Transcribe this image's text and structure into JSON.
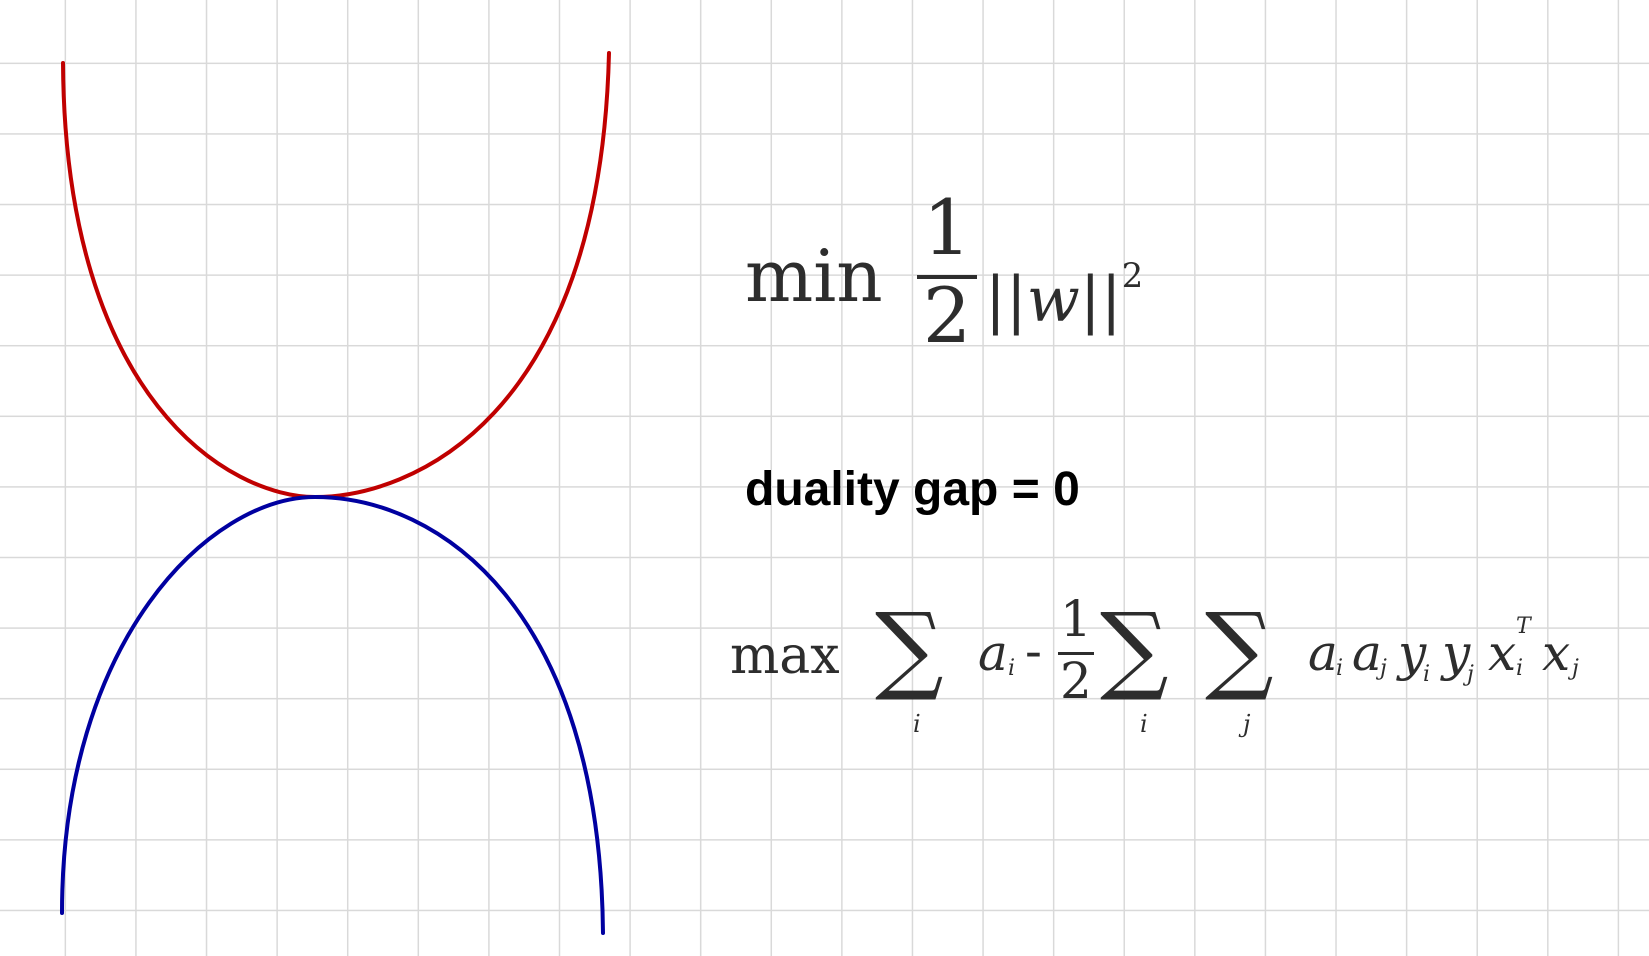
{
  "diagram": {
    "background": "#ffffff",
    "grid_color": "#d9d9d9",
    "curves": [
      {
        "name": "primal-curve",
        "color": "#c00000",
        "shape": "upward parabola"
      },
      {
        "name": "dual-curve",
        "color": "#0000a0",
        "shape": "downward parabola"
      }
    ]
  },
  "primal": {
    "operator": "min",
    "frac_num": "1",
    "frac_den": "2",
    "norm": "||w||",
    "power": "2"
  },
  "gap_label": "duality gap = 0",
  "dual": {
    "operator": "max",
    "sum_index_1": "i",
    "term_1_var": "a",
    "term_1_sub": "i",
    "minus": "-",
    "frac_num": "1",
    "frac_den": "2",
    "sum_index_2": "i",
    "sum_index_3": "j",
    "terms": [
      {
        "var": "a",
        "sub": "i"
      },
      {
        "var": "a",
        "sub": "j"
      },
      {
        "var": "y",
        "sub": "i"
      },
      {
        "var": "y",
        "sub": "j"
      },
      {
        "var": "x",
        "sub": "i",
        "sup": "T"
      },
      {
        "var": "x",
        "sub": "j"
      }
    ]
  }
}
